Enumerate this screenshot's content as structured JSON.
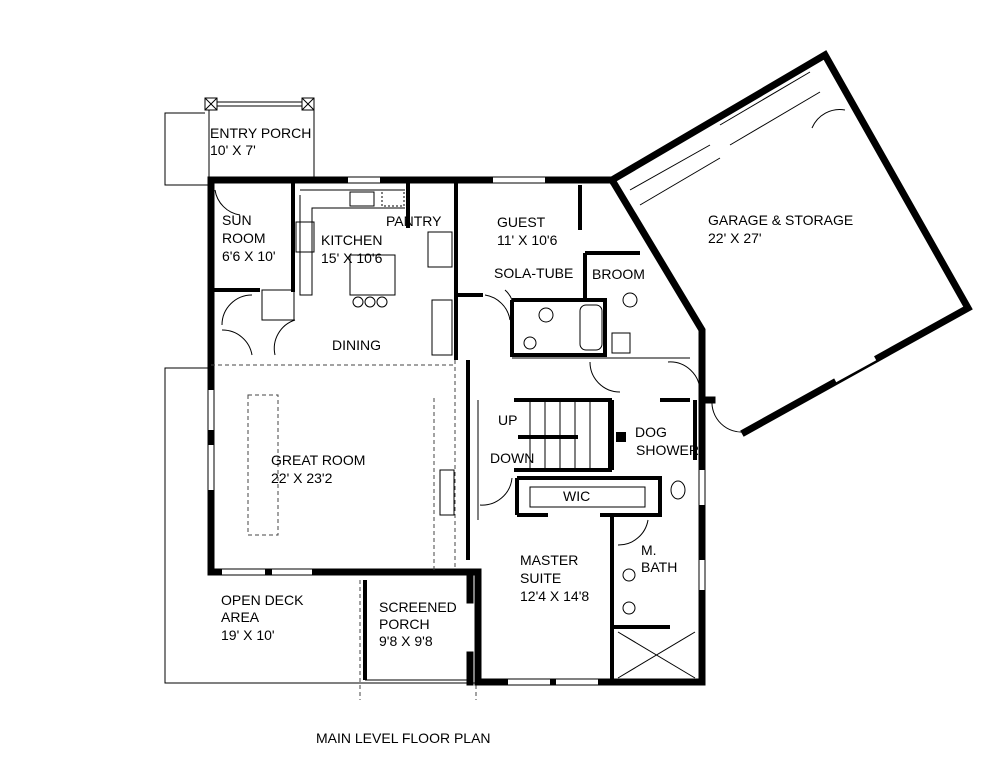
{
  "title": "MAIN LEVEL FLOOR PLAN",
  "rooms": {
    "entry_porch": {
      "name": "ENTRY PORCH",
      "size": "10' X 7'"
    },
    "sun_room": {
      "name1": "SUN",
      "name2": "ROOM",
      "size": "6'6 X 10'"
    },
    "kitchen": {
      "name": "KITCHEN",
      "size": "15' X 10'6"
    },
    "pantry": {
      "name": "PANTRY"
    },
    "guest": {
      "name": "GUEST",
      "size": "11' X 10'6"
    },
    "sola_tube": {
      "name": "SOLA-TUBE"
    },
    "broom": {
      "name": "BROOM"
    },
    "garage": {
      "name": "GARAGE & STORAGE",
      "size": "22' X 27'"
    },
    "dining": {
      "name": "DINING"
    },
    "stairs": {
      "up": "UP",
      "down": "DOWN"
    },
    "dog_shower": {
      "name1": "DOG",
      "name2": "SHOWER"
    },
    "wic": {
      "name": "WIC"
    },
    "great_room": {
      "name": "GREAT ROOM",
      "size": "22' X 23'2"
    },
    "master_bath": {
      "name1": "M.",
      "name2": "BATH"
    },
    "master_suite": {
      "name1": "MASTER",
      "name2": "SUITE",
      "size": "12'4 X 14'8"
    },
    "open_deck": {
      "name1": "OPEN DECK",
      "name2": "AREA",
      "size": "19' X 10'"
    },
    "screened_porch": {
      "name1": "SCREENED",
      "name2": "PORCH",
      "size": "9'8 X 9'8"
    }
  }
}
